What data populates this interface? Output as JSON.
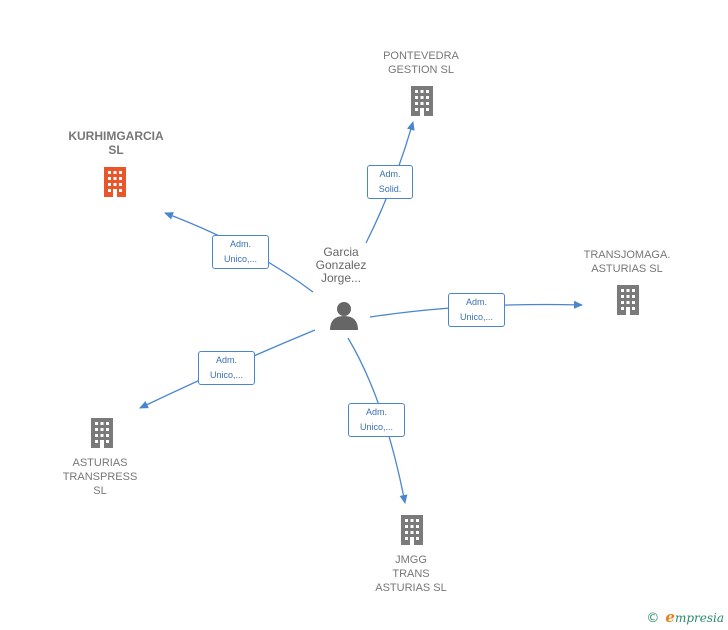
{
  "center": {
    "label": "Garcia\nGonzalez\nJorge..."
  },
  "nodes": [
    {
      "id": "pontevedra",
      "label": "PONTEVEDRA\nGESTION  SL",
      "highlight": false
    },
    {
      "id": "kurhimgarcia",
      "label": "KURHIMGARCIA\nSL",
      "highlight": true
    },
    {
      "id": "transjomaga",
      "label": "TRANSJOMAGA.\nASTURIAS  SL",
      "highlight": false
    },
    {
      "id": "asturias_transpress",
      "label": "ASTURIAS\nTRANSPRESS\nSL",
      "highlight": false
    },
    {
      "id": "jmgg",
      "label": "JMGG\nTRANS\nASTURIAS  SL",
      "highlight": false
    }
  ],
  "edges": [
    {
      "to": "pontevedra",
      "label": "Adm.\nSolid."
    },
    {
      "to": "kurhimgarcia",
      "label": "Adm.\nUnico,..."
    },
    {
      "to": "transjomaga",
      "label": "Adm.\nUnico,..."
    },
    {
      "to": "asturias_transpress",
      "label": "Adm.\nUnico,..."
    },
    {
      "to": "jmgg",
      "label": "Adm.\nUnico,..."
    }
  ],
  "colors": {
    "edge": "#4a86d0",
    "building": "#7a7a7a",
    "building_highlight": "#e8562a",
    "person": "#666666"
  },
  "brand": {
    "copyright": "©",
    "name_first": "e",
    "name_rest": "mpresia"
  }
}
